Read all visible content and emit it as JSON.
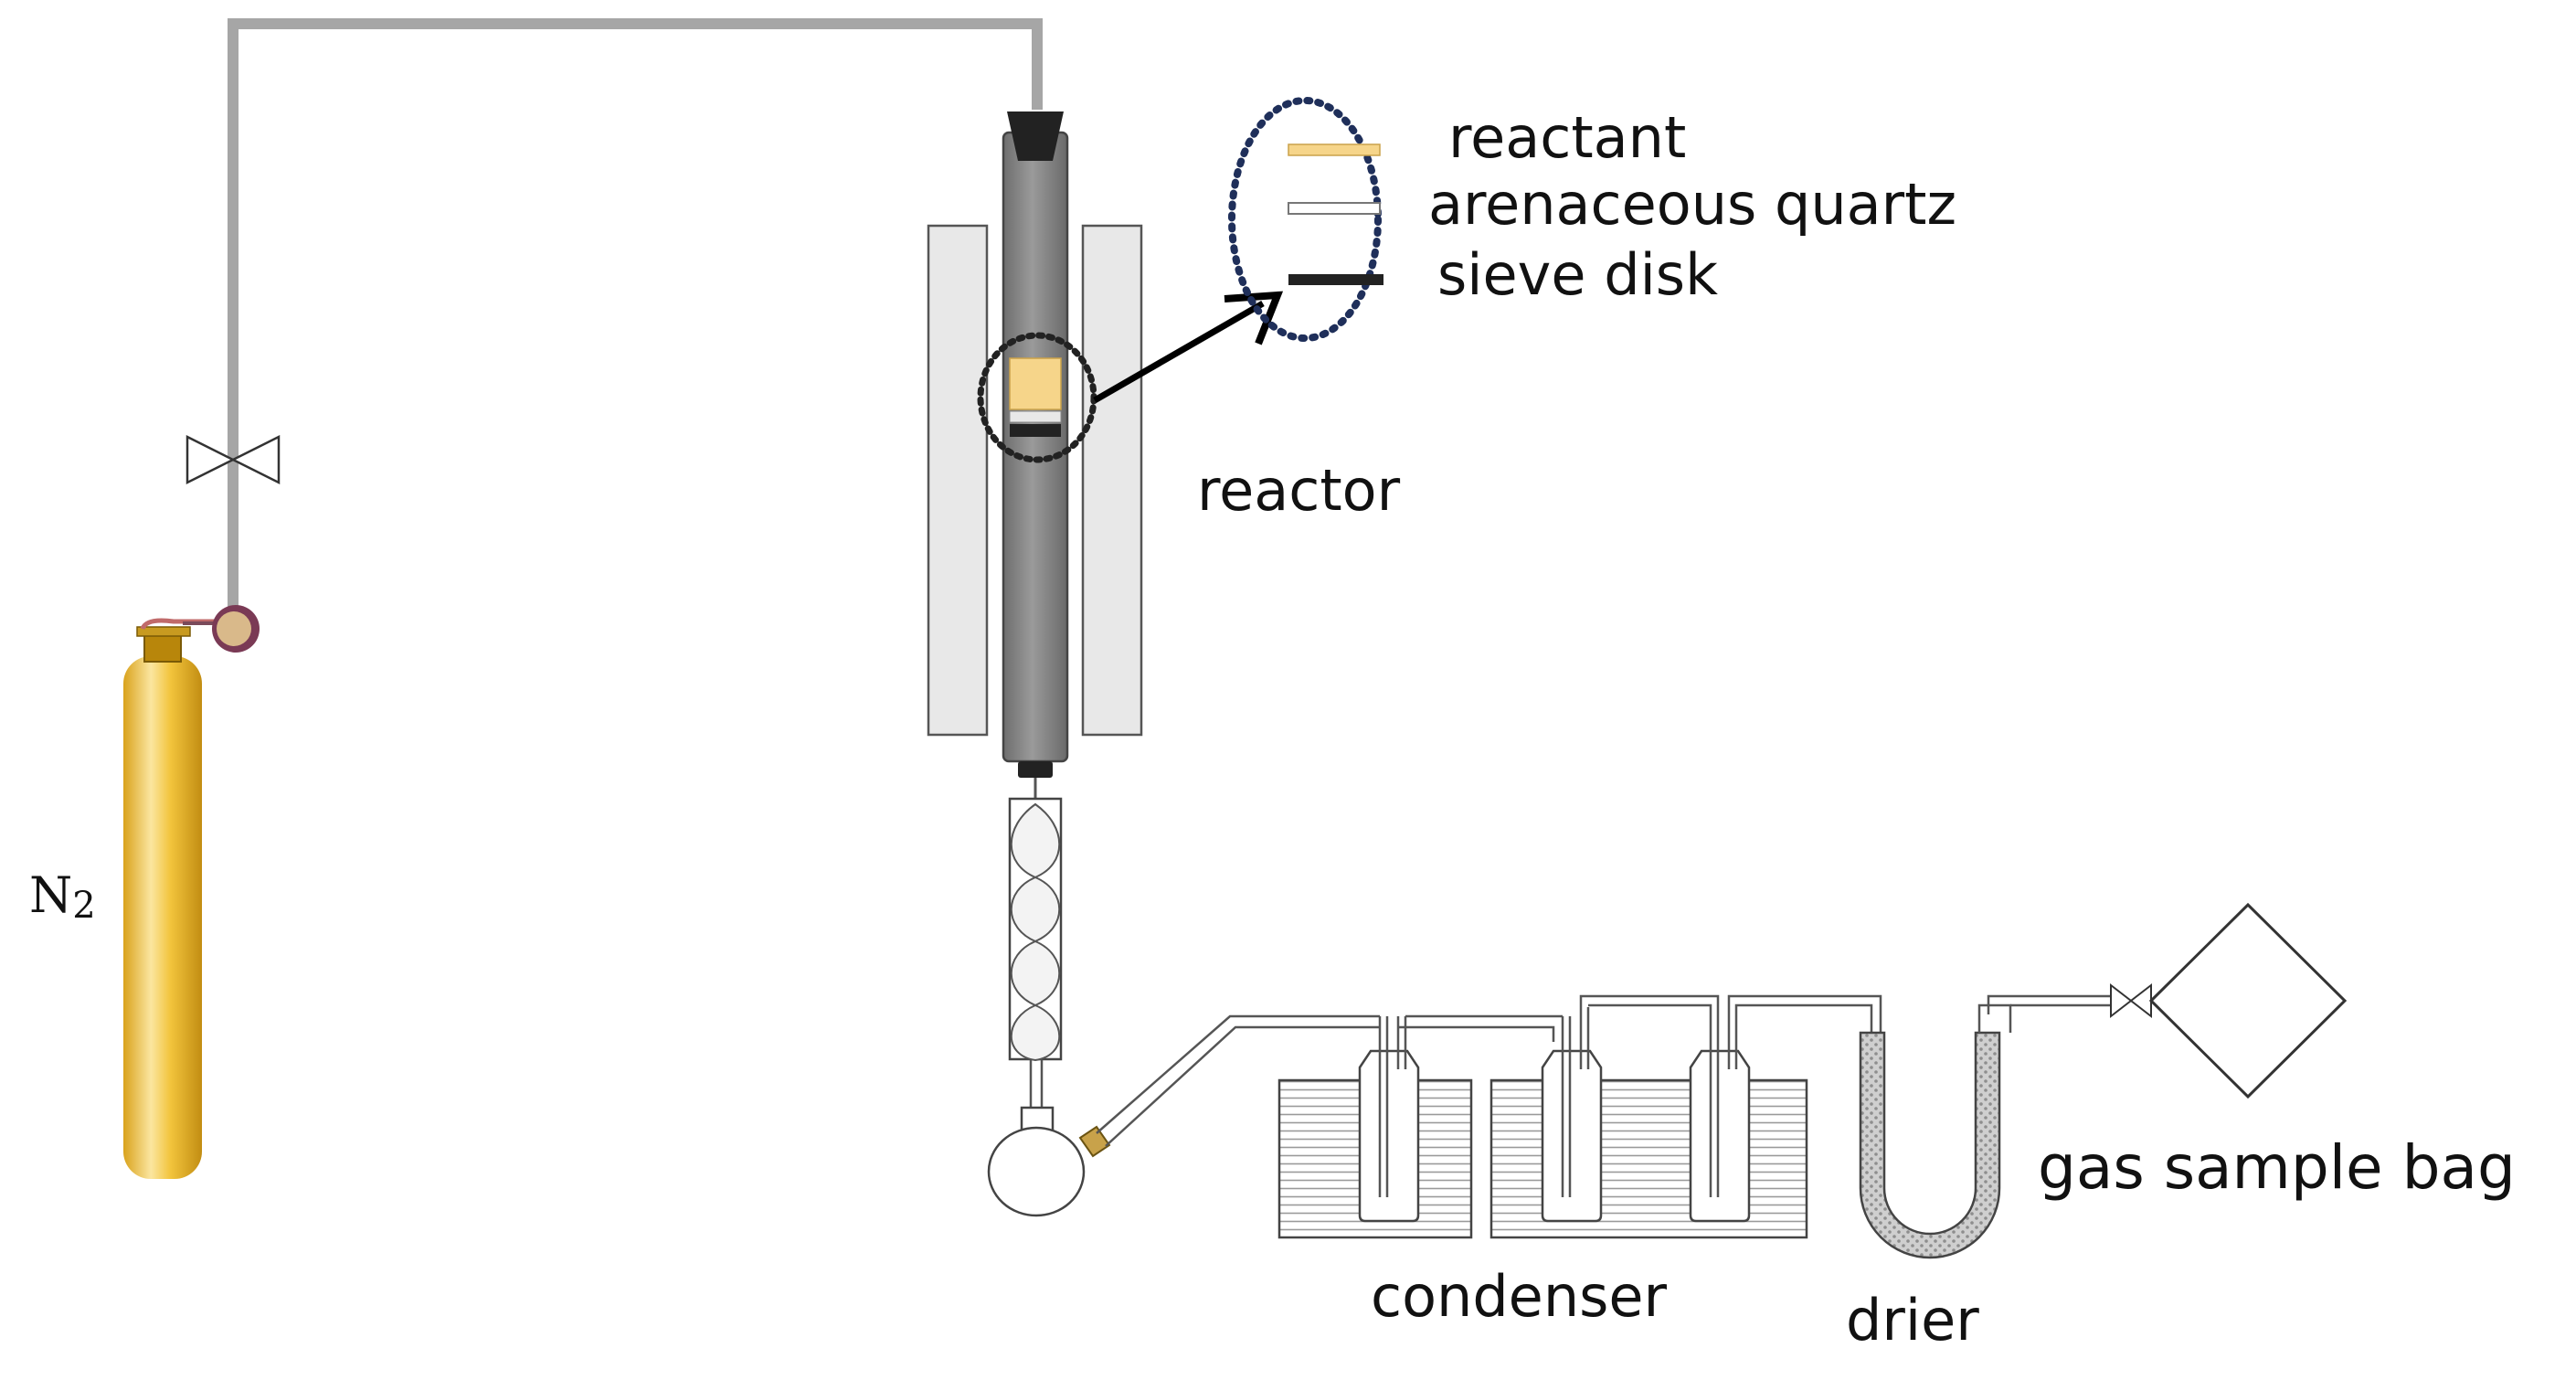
{
  "labels": {
    "reactant": "reactant",
    "arenaceous_quartz": "arenaceous quartz",
    "sieve_disk": "sieve disk",
    "reactor": "reactor",
    "n2_main": "N",
    "n2_sub": "2",
    "condenser": "condenser",
    "drier": "drier",
    "gas_sample_bag": "gas sample bag"
  },
  "colors": {
    "pipe": "#a6a6a6",
    "reactor_tube": "#8c8c8c",
    "furnace_panel": "#e8e8e8",
    "reactant": "#f6d58a",
    "cylinder": "#f0c040",
    "sieve_disk": "#222222",
    "callout_dots": "#1f2f5a",
    "condenser_hatch": "#9a9a9a"
  }
}
